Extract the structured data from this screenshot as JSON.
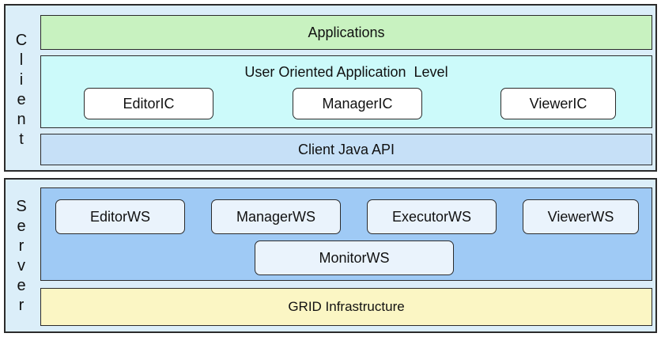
{
  "client": {
    "label": [
      "C",
      "l",
      "i",
      "e",
      "n",
      "t"
    ],
    "applications": "Applications",
    "user_level": {
      "title": "User Oriented Application  Level",
      "components": [
        "EditorIC",
        "ManagerIC",
        "ViewerIC"
      ]
    },
    "api": "Client Java API"
  },
  "server": {
    "label": [
      "S",
      "e",
      "r",
      "v",
      "e",
      "r"
    ],
    "services": [
      "EditorWS",
      "ManagerWS",
      "ExecutorWS",
      "ViewerWS"
    ],
    "monitor": "MonitorWS",
    "infrastructure": "GRID Infrastructure"
  },
  "colors": {
    "tier_bg": "#dbeef9",
    "applications": "#c8f2c0",
    "user_level": "#ccfafa",
    "api": "#c6e0f7",
    "services_panel": "#9fcaf5",
    "infrastructure": "#fbf6c4"
  }
}
